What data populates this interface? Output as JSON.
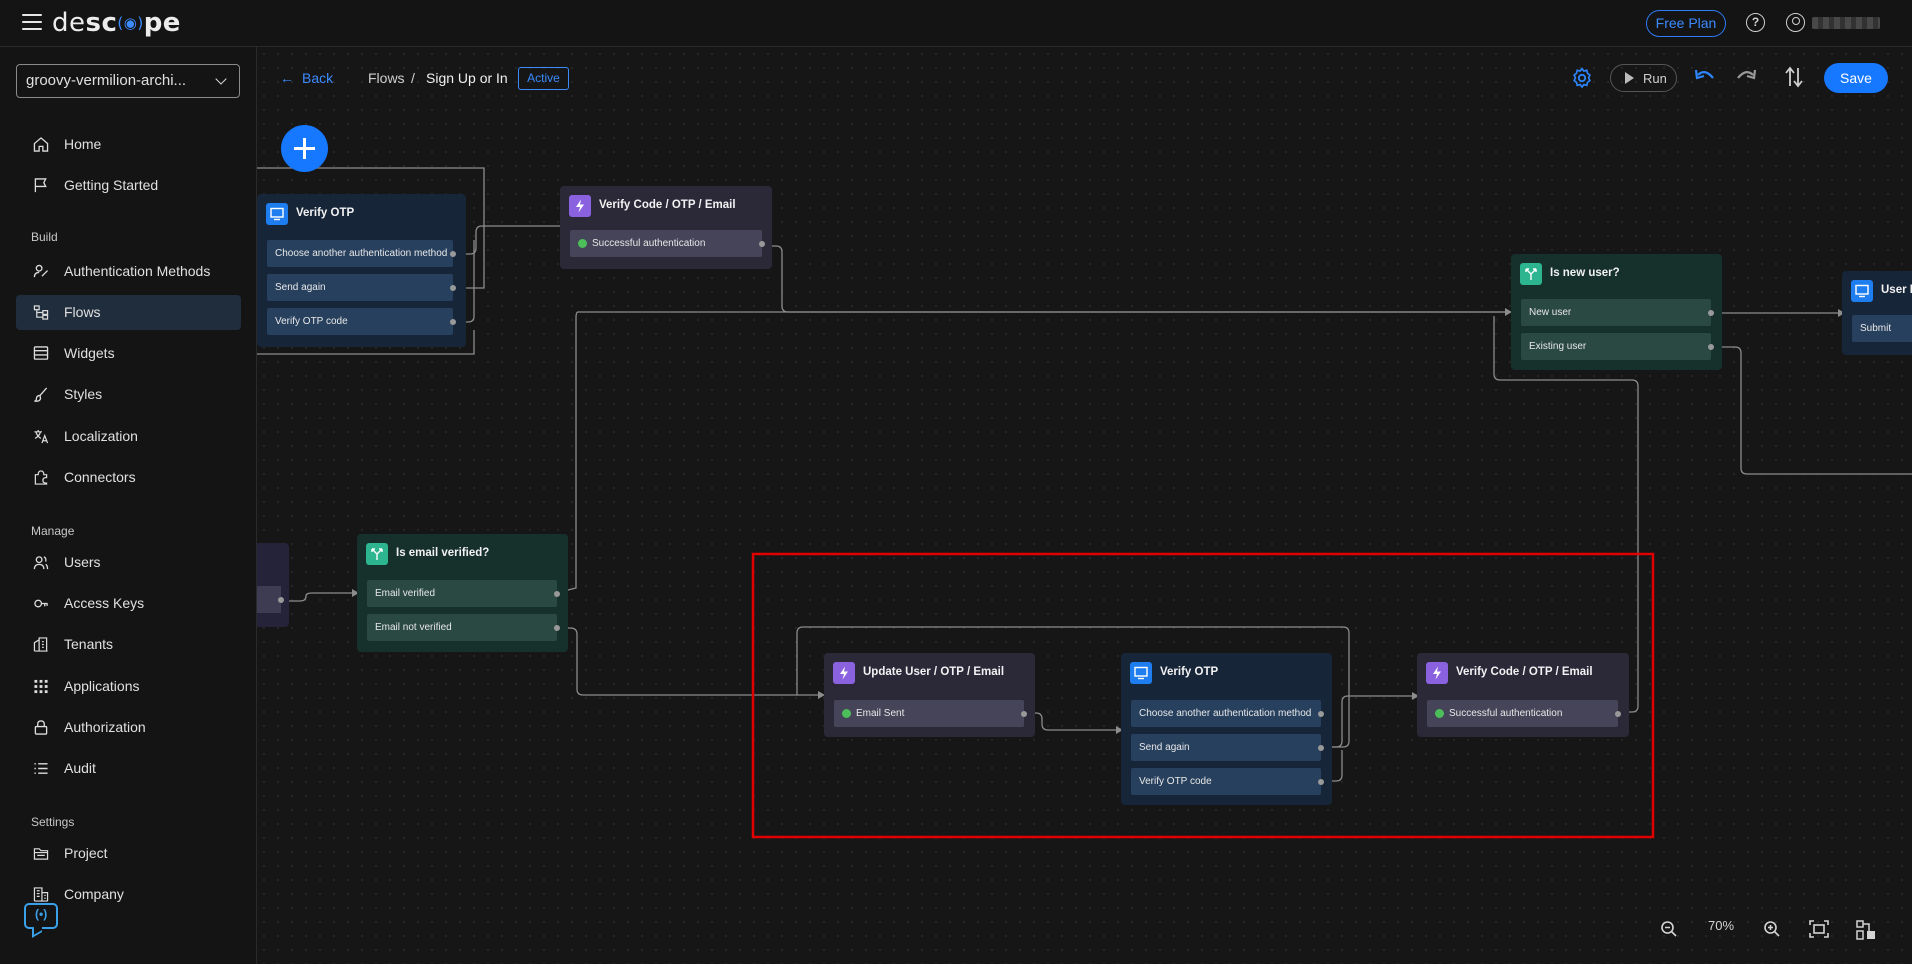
{
  "app": {
    "logo_left": "de",
    "logo_mid": "sc",
    "logo_right": "pe"
  },
  "topbar": {
    "plan_label": "Free Plan",
    "help_glyph": "?"
  },
  "sidebar": {
    "project": "groovy-vermilion-archi...",
    "items": [
      {
        "label": "Home",
        "icon": "home-icon"
      },
      {
        "label": "Getting Started",
        "icon": "flag-icon"
      },
      {
        "label": "Authentication Methods",
        "icon": "user-key-icon"
      },
      {
        "label": "Flows",
        "icon": "flows-icon"
      },
      {
        "label": "Widgets",
        "icon": "widgets-icon"
      },
      {
        "label": "Styles",
        "icon": "brush-icon"
      },
      {
        "label": "Localization",
        "icon": "translate-icon"
      },
      {
        "label": "Connectors",
        "icon": "puzzle-icon"
      },
      {
        "label": "Users",
        "icon": "users-icon"
      },
      {
        "label": "Access Keys",
        "icon": "key-icon"
      },
      {
        "label": "Tenants",
        "icon": "building-icon"
      },
      {
        "label": "Applications",
        "icon": "grid-icon"
      },
      {
        "label": "Authorization",
        "icon": "lock-icon"
      },
      {
        "label": "Audit",
        "icon": "list-icon"
      },
      {
        "label": "Project",
        "icon": "folder-icon"
      },
      {
        "label": "Company",
        "icon": "company-icon"
      }
    ],
    "sections": {
      "build": "Build",
      "manage": "Manage",
      "settings": "Settings"
    },
    "chat_glyph": "(•)"
  },
  "toolbar": {
    "back": "Back",
    "crumb_root": "Flows",
    "crumb_sep": "/",
    "crumb_current": "Sign Up or In",
    "status": "Active",
    "run": "Run",
    "save": "Save"
  },
  "nodes": {
    "verify_otp_top": {
      "title": "Verify OTP",
      "rows": [
        "Choose another authentication method",
        "Send again",
        "Verify OTP code"
      ]
    },
    "verify_code_top": {
      "title": "Verify Code / OTP / Email",
      "rows": [
        "Successful authentication"
      ]
    },
    "is_new_user": {
      "title": "Is new user?",
      "rows": [
        "New user",
        "Existing user"
      ]
    },
    "user_info": {
      "title": "User In",
      "rows": [
        "Submit"
      ]
    },
    "is_email_verified": {
      "title": "Is email verified?",
      "rows": [
        "Email verified",
        "Email not verified"
      ]
    },
    "update_user": {
      "title": "Update User / OTP / Email",
      "rows": [
        "Email Sent"
      ]
    },
    "verify_otp_bottom": {
      "title": "Verify OTP",
      "rows": [
        "Choose another authentication method",
        "Send again",
        "Verify OTP code"
      ]
    },
    "verify_code_bottom": {
      "title": "Verify Code / OTP / Email",
      "rows": [
        "Successful authentication"
      ]
    }
  },
  "zoom": {
    "level": "70%"
  },
  "colors": {
    "accent": "#1677ff",
    "highlight": "#e00000",
    "screen": "#1e7ef0",
    "action": "#8a62e0",
    "condition": "#2cb58f"
  }
}
